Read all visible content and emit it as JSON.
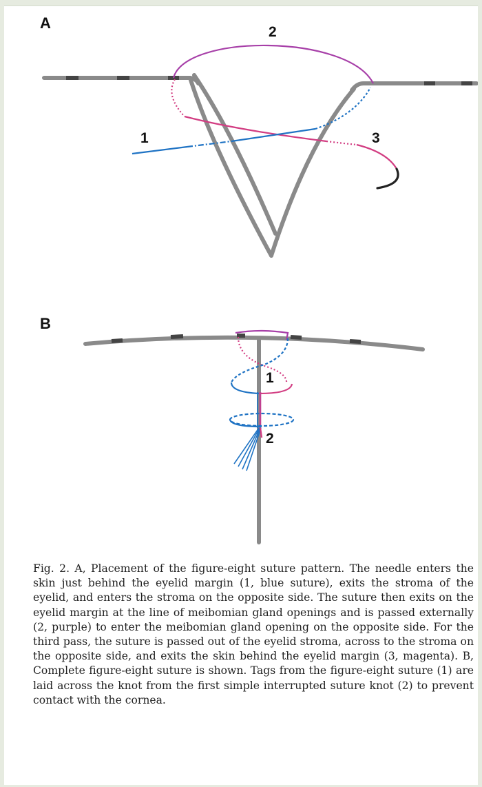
{
  "figure": {
    "panel_a": {
      "letter": "A",
      "labels": {
        "pass_1": "1",
        "pass_2": "2",
        "pass_3": "3"
      }
    },
    "panel_b": {
      "letter": "B",
      "labels": {
        "tags": "1",
        "knot": "2"
      }
    },
    "colors": {
      "tissue": "#8a8a8a",
      "tissue_dark": "#444444",
      "blue_suture": "#1f73c4",
      "purple_suture": "#a73fa8",
      "magenta_suture": "#d23d82",
      "needle": "#222222"
    },
    "caption": "Fig. 2. A, Placement of the figure-eight suture pattern. The needle enters the skin just behind the eyelid margin (1, blue suture), exits the stroma of the eyelid, and enters the stroma on the opposite side. The suture then exits on the eyelid margin at the line of meibomian gland openings and is passed externally (2, purple) to enter the meibomian gland opening on the opposite side. For the third pass, the suture is passed out of the eyelid stroma, across to the stroma on the opposite side, and exits the skin behind the eyelid margin (3, magenta). B, Complete figure-eight suture is shown. Tags from the figure-eight suture (1) are laid across the knot from the first simple interrupted suture knot (2) to prevent contact with the cornea."
  }
}
